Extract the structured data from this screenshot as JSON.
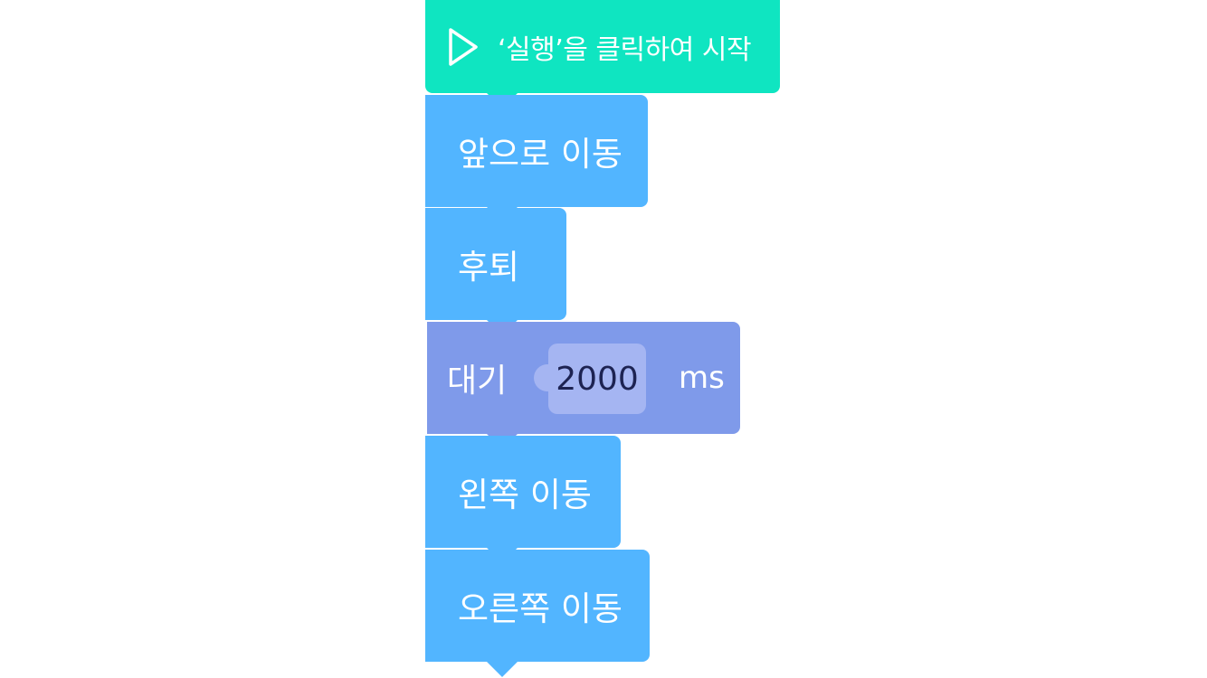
{
  "colors": {
    "start_block": "#0fe5c1",
    "command_block": "#52b5ff",
    "wait_block": "#7f9aea",
    "value_field": "#a5b5f2",
    "value_text": "#1d2352"
  },
  "start_block": {
    "icon": "play-icon",
    "label": "‘실행’을 클릭하여 시작"
  },
  "blocks": [
    {
      "label": "앞으로 이동"
    },
    {
      "label": "후퇴"
    },
    {
      "label": "대기",
      "value": "2000",
      "unit": "ms"
    },
    {
      "label": "왼쪽 이동"
    },
    {
      "label": "오른쪽 이동"
    }
  ]
}
